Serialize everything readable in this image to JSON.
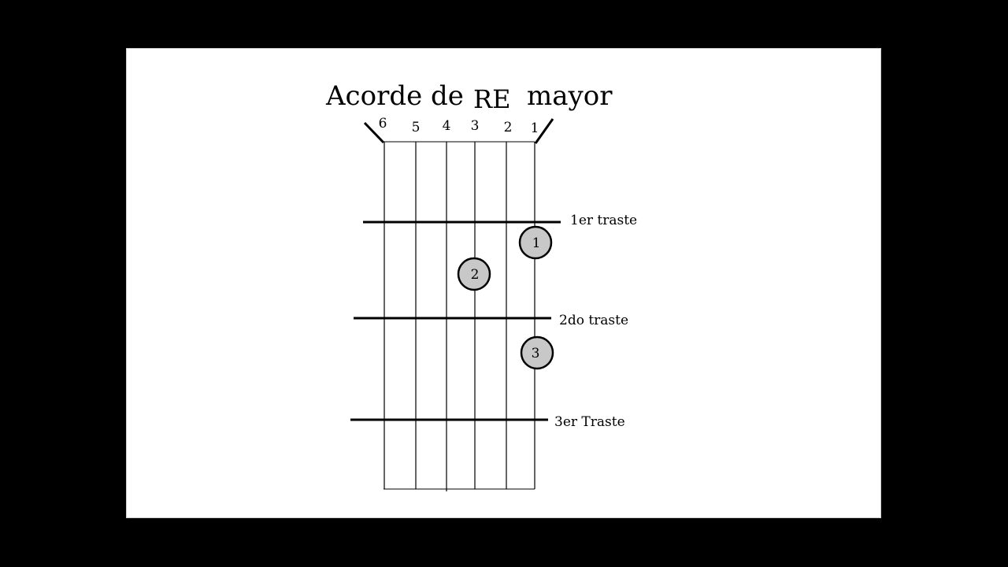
{
  "diagram": {
    "title": {
      "prefix": "Acorde de",
      "chord": "RE",
      "suffix": "mayor"
    },
    "string_numbers": [
      "6",
      "5",
      "4",
      "3",
      "2",
      "1"
    ],
    "frets": [
      {
        "label": "1er traste"
      },
      {
        "label": "2do traste"
      },
      {
        "label": "3er Traste"
      }
    ],
    "fingers": [
      {
        "label": "1",
        "string": 1,
        "fret": 1
      },
      {
        "label": "2",
        "string": 3,
        "fret": 1
      },
      {
        "label": "3",
        "string": 1,
        "fret": 2
      }
    ],
    "colors": {
      "background": "#000000",
      "slide": "#ffffff",
      "ink": "#000000",
      "finger_fill": "#c8c8c8"
    }
  }
}
